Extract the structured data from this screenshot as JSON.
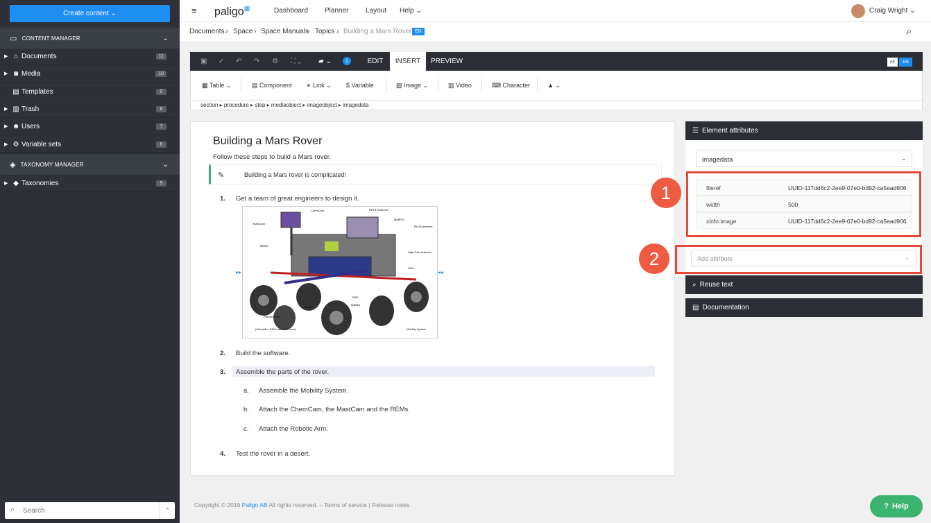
{
  "sidebar": {
    "create_label": "Create content",
    "content_manager": "CONTENT MANAGER",
    "taxonomy_manager": "TAXONOMY MANAGER",
    "items": [
      {
        "label": "Documents",
        "count": "11",
        "icon": "home-icon"
      },
      {
        "label": "Media",
        "count": "10",
        "icon": "camera-icon"
      },
      {
        "label": "Templates",
        "count": "0",
        "icon": "book-icon"
      },
      {
        "label": "Trash",
        "count": "8",
        "icon": "trash-icon"
      },
      {
        "label": "Users",
        "count": "7",
        "icon": "users-icon"
      },
      {
        "label": "Variable sets",
        "count": "6",
        "icon": "cogs-icon"
      }
    ],
    "taxonomies": {
      "label": "Taxonomies",
      "count": "5"
    },
    "search_placeholder": "Search"
  },
  "topbar": {
    "logo": "paligo",
    "nav": [
      "Dashboard",
      "Planner",
      "Layout",
      "Help"
    ],
    "user": "Craig Wright"
  },
  "breadcrumb": [
    "Documents",
    "Space",
    "Space Manuals",
    "Topics",
    "Building a Mars Rover"
  ],
  "lang_badge": "EN",
  "editor": {
    "tabs": [
      "EDIT",
      "INSERT",
      "PREVIEW"
    ],
    "active_tab": "INSERT",
    "comment_count": "1",
    "lang_af": "AF",
    "lang_en": "EN",
    "insert_items": [
      "Table",
      "Component",
      "Link",
      "Variable",
      "Image",
      "Video",
      "Character"
    ],
    "path": [
      "section",
      "procedure",
      "step",
      "mediaobject",
      "imageobject",
      "imagedata"
    ]
  },
  "doc": {
    "title": "Building a Mars Rover",
    "intro": "Follow these steps to build a Mars rover.",
    "note": "Building a Mars rover is complicated!",
    "steps": [
      {
        "num": "1.",
        "text": "Get a team of great engineers to design it."
      },
      {
        "num": "2.",
        "text": "Build the software."
      },
      {
        "num": "3.",
        "text": "Assemble the parts of the rover."
      },
      {
        "num": "4.",
        "text": "Test the rover in a desert."
      }
    ],
    "substeps": [
      {
        "num": "a.",
        "text": "Assemble the Mobility System."
      },
      {
        "num": "b.",
        "text": "Attach the ChemCam, the MastCam and the REMs."
      },
      {
        "num": "c.",
        "text": "Attach the Robotic Arm."
      }
    ],
    "figure_labels": [
      "ChemCam",
      "MastCam",
      "REMS",
      "RUHF Antenna",
      "MMRTG",
      "RLGA Antenna",
      "High Gain Antenna",
      "SAM",
      "RAD",
      "MARDI",
      "Turret",
      "Robotic Arm",
      "Mobility System",
      "(ChemMin, SAM inside the rover)"
    ]
  },
  "panel": {
    "element_attributes": "Element attributes",
    "element": "imagedata",
    "attrs": [
      {
        "key": "fileref",
        "value": "UUID-117dd6c2-2ee9-07e0-bd92-ca5ead906"
      },
      {
        "key": "width",
        "value": "500"
      },
      {
        "key": "xinfo:image",
        "value": "UUID-117dd6c2-2ee9-07e0-bd92-ca5ead906"
      }
    ],
    "add_attribute": "Add attribute",
    "reuse_text": "Reuse text",
    "documentation": "Documentation"
  },
  "callouts": [
    "1",
    "2"
  ],
  "footer": {
    "copyright": "Copyright © 2019",
    "company": "Paligo AB",
    "rest": "All rights reserved. – Terms of service | Release notes"
  },
  "help": "Help",
  "colors": {
    "accent": "#1e8ef3",
    "sidebar": "#2e3238",
    "dark_bar": "#2b2f35",
    "callout": "#ee5a42",
    "help": "#3cb46f"
  }
}
